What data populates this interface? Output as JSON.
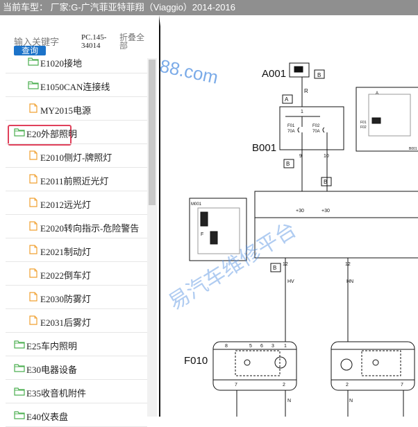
{
  "header": {
    "title": "当前车型： 厂家:G-广汽菲亚特菲翔（Viaggio）2014-2016"
  },
  "search": {
    "keyword_placeholder": "输入关键字",
    "query_button": "查询",
    "pc_code": "PC.145-\n34014",
    "fold_all": "折叠全部"
  },
  "tree": {
    "items": [
      {
        "label": "E1020接地",
        "type": "folder",
        "indent": 2
      },
      {
        "label": "E1050CAN连接线",
        "type": "folder",
        "indent": 2
      },
      {
        "label": "MY2015电源",
        "type": "doc",
        "indent": 2
      },
      {
        "label": "E20外部照明",
        "type": "folder",
        "indent": 1,
        "highlighted": true
      },
      {
        "label": "E2010侧灯-牌照灯",
        "type": "doc",
        "indent": 2
      },
      {
        "label": "E2011前照近光灯",
        "type": "doc",
        "indent": 2
      },
      {
        "label": "E2012远光灯",
        "type": "doc",
        "indent": 2
      },
      {
        "label": "E2020转向指示-危险警告",
        "type": "doc",
        "indent": 2
      },
      {
        "label": "E2021制动灯",
        "type": "doc",
        "indent": 2
      },
      {
        "label": "E2022倒车灯",
        "type": "doc",
        "indent": 2
      },
      {
        "label": "E2030防雾灯",
        "type": "doc",
        "indent": 2
      },
      {
        "label": "E2031后雾灯",
        "type": "doc",
        "indent": 2
      },
      {
        "label": "E25车内照明",
        "type": "folder",
        "indent": 1
      },
      {
        "label": "E30电器设备",
        "type": "folder",
        "indent": 1
      },
      {
        "label": "E35收音机附件",
        "type": "folder",
        "indent": 1
      },
      {
        "label": "E40仪表盘",
        "type": "folder",
        "indent": 1
      }
    ]
  },
  "diagram": {
    "a001": "A001",
    "b001": "B001",
    "f010": "F010",
    "m001": "M001",
    "b001_small": "B001",
    "tag_b": "B",
    "tag_a": "A",
    "wire_r": "R",
    "wire_hv": "HV",
    "wire_hn": "HN",
    "wire_n": "N",
    "pin_1": "1",
    "pin_9": "9",
    "pin_10": "10",
    "pin_12": "12",
    "pin_8": "8",
    "pin_5": "5",
    "pin_6": "6",
    "pin_3": "3",
    "pin_7": "7",
    "pin_2": "2",
    "plus30": "+30",
    "f01": "F01",
    "f02": "F02",
    "amp70": "70A",
    "pin_f": "F",
    "pin_a": "A",
    "watermark_url": "88.com",
    "watermark_cn": "易汽车维修平台"
  },
  "colors": {
    "accent": "#1c73c9",
    "highlight": "#e0405a",
    "folder": "#4caf50",
    "doc": "#f0a030",
    "watermark": "#4f8fe0"
  }
}
